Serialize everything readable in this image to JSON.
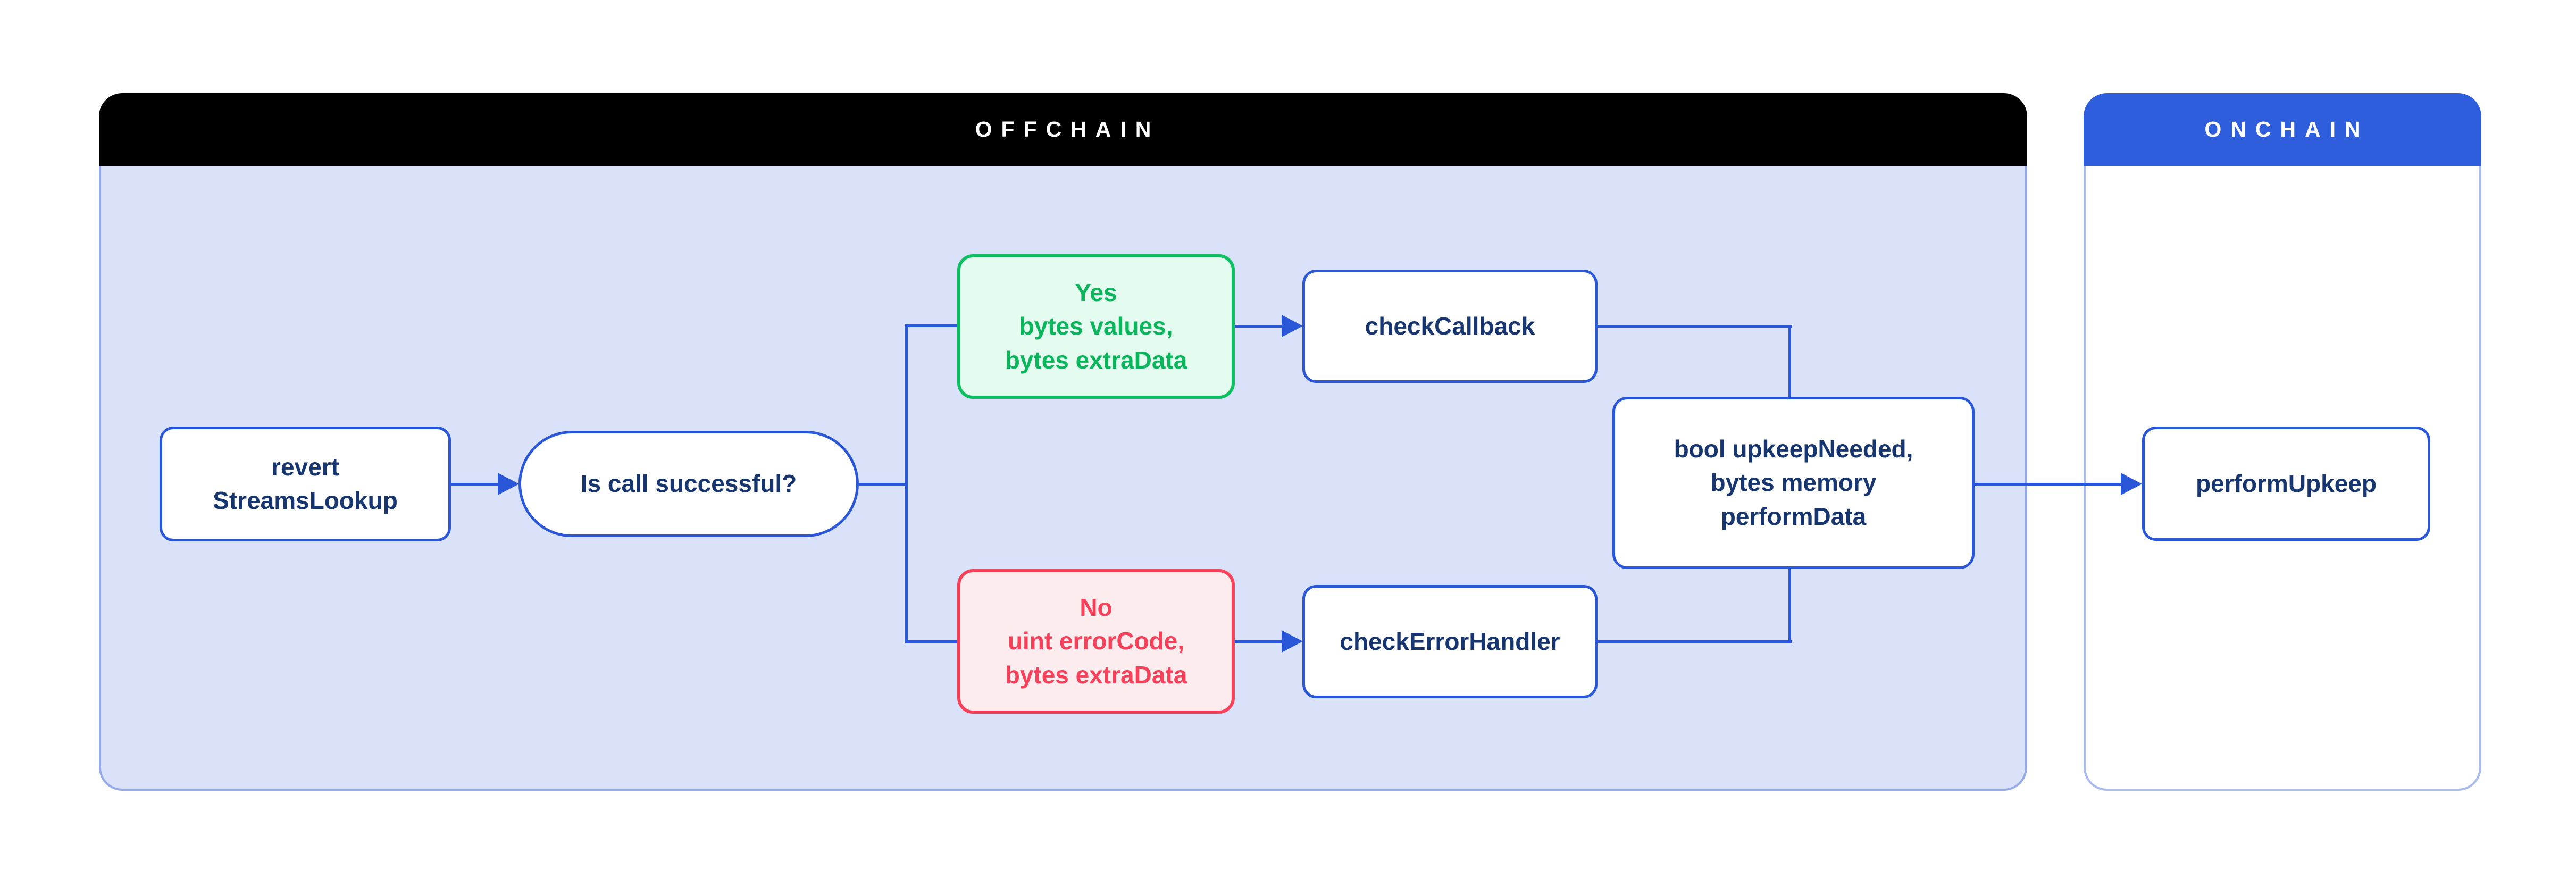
{
  "panels": {
    "offchain": {
      "label": "OFFCHAIN"
    },
    "onchain": {
      "label": "ONCHAIN"
    }
  },
  "nodes": {
    "revert": {
      "label": "revert\nStreamsLookup"
    },
    "question": {
      "label": "Is call successful?"
    },
    "yes_branch": {
      "label": "Yes\nbytes values,\nbytes extraData"
    },
    "check_callback": {
      "label": "checkCallback"
    },
    "no_branch": {
      "label": "No\nuint errorCode,\nbytes extraData"
    },
    "check_error_handler": {
      "label": "checkErrorHandler"
    },
    "result": {
      "label": "bool upkeepNeeded,\nbytes memory\nperformData"
    },
    "perform_upkeep": {
      "label": "performUpkeep"
    }
  },
  "edges": [
    {
      "from": "revert StreamsLookup",
      "to": "Is call successful?",
      "arrowhead": true
    },
    {
      "from": "Is call successful?",
      "to": "Yes branch",
      "arrowhead": false
    },
    {
      "from": "Is call successful?",
      "to": "No branch",
      "arrowhead": false
    },
    {
      "from": "Yes branch",
      "to": "checkCallback",
      "arrowhead": true
    },
    {
      "from": "No branch",
      "to": "checkErrorHandler",
      "arrowhead": true
    },
    {
      "from": "checkCallback",
      "to": "bool upkeepNeeded, bytes memory performData",
      "arrowhead": false
    },
    {
      "from": "checkErrorHandler",
      "to": "bool upkeepNeeded, bytes memory performData",
      "arrowhead": false
    },
    {
      "from": "bool upkeepNeeded, bytes memory performData",
      "to": "performUpkeep",
      "arrowhead": true
    }
  ],
  "colors": {
    "offchain_header_bg": "#000000",
    "onchain_header_bg": "#2e5edb",
    "offchain_body_bg": "#d9e2f8",
    "onchain_body_bg": "#ffffff",
    "panel_border": "#94aae9",
    "connector_blue": "#2a57d8",
    "node_border_blue": "#2a57d8",
    "node_text_navy": "#17356e",
    "yes_green": "#0ab55c",
    "yes_border_green": "#0cc061",
    "yes_bg": "#e4fbef",
    "no_red": "#f7415a",
    "no_bg": "#fdeced",
    "header_text": "#ffffff"
  }
}
